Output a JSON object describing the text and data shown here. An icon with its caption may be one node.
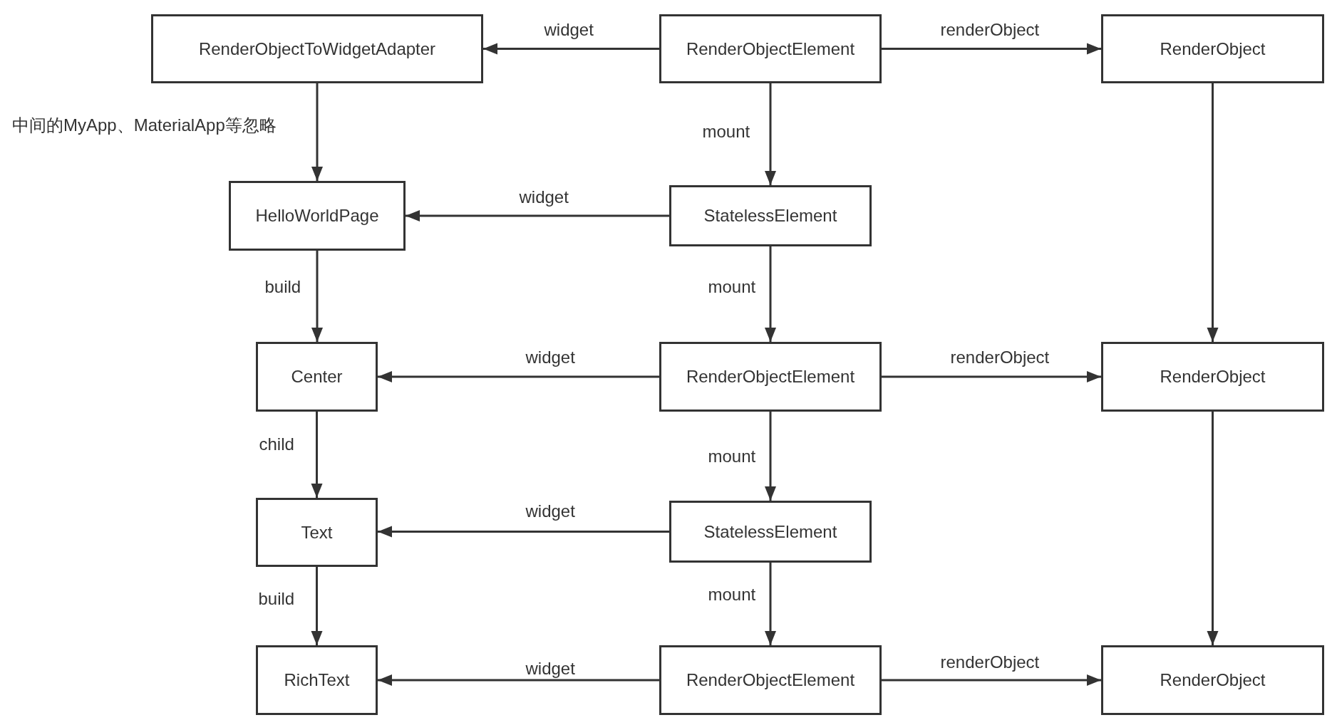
{
  "diagram": {
    "nodes": [
      {
        "text": [
          "RenderObjectToWidgetAdapter"
        ]
      },
      {
        "text": [
          "RenderObjectElement"
        ]
      },
      {
        "text": [
          "RenderObject"
        ]
      },
      {
        "text": [
          "HelloWorldPage"
        ]
      },
      {
        "text": [
          "StatelessElement"
        ]
      },
      {
        "text": [
          "Center"
        ]
      },
      {
        "text": [
          "RenderObjectElement"
        ]
      },
      {
        "text": [
          "RenderObject"
        ]
      },
      {
        "text": [
          "Text"
        ]
      },
      {
        "text": [
          "StatelessElement"
        ]
      },
      {
        "text": [
          "RichText"
        ]
      },
      {
        "text": [
          "RenderObjectElement"
        ]
      },
      {
        "text": [
          "RenderObject"
        ]
      }
    ],
    "edges": [
      {
        "from": 1,
        "to": 0,
        "arrow": "to",
        "label": "widget"
      },
      {
        "from": 1,
        "to": 2,
        "arrow": "to",
        "label": "renderObject"
      },
      {
        "from": 1,
        "to": 4,
        "arrow": "to",
        "label": "mount"
      },
      {
        "from": 0,
        "to": 3,
        "arrow": "to",
        "label": "中间的MyApp、MaterialApp等忽略"
      },
      {
        "from": 4,
        "to": 3,
        "arrow": "to",
        "label": "widget"
      },
      {
        "from": 3,
        "to": 5,
        "arrow": "to",
        "label": "build"
      },
      {
        "from": 4,
        "to": 6,
        "arrow": "to",
        "label": "mount"
      },
      {
        "from": 6,
        "to": 5,
        "arrow": "to",
        "label": "widget"
      },
      {
        "from": 6,
        "to": 7,
        "arrow": "to",
        "label": "renderObject"
      },
      {
        "from": 5,
        "to": 8,
        "arrow": "to",
        "label": "child"
      },
      {
        "from": 6,
        "to": 9,
        "arrow": "to",
        "label": "mount"
      },
      {
        "from": 9,
        "to": 8,
        "arrow": "to",
        "label": "widget"
      },
      {
        "from": 8,
        "to": 10,
        "arrow": "to",
        "label": "build"
      },
      {
        "from": 9,
        "to": 11,
        "arrow": "to",
        "label": "mount"
      },
      {
        "from": 11,
        "to": 10,
        "arrow": "to",
        "label": "widget"
      },
      {
        "from": 11,
        "to": 12,
        "arrow": "to",
        "label": "renderObject"
      },
      {
        "from": 2,
        "to": 7,
        "arrow": "to"
      },
      {
        "from": 7,
        "to": 12,
        "arrow": "to"
      }
    ]
  }
}
